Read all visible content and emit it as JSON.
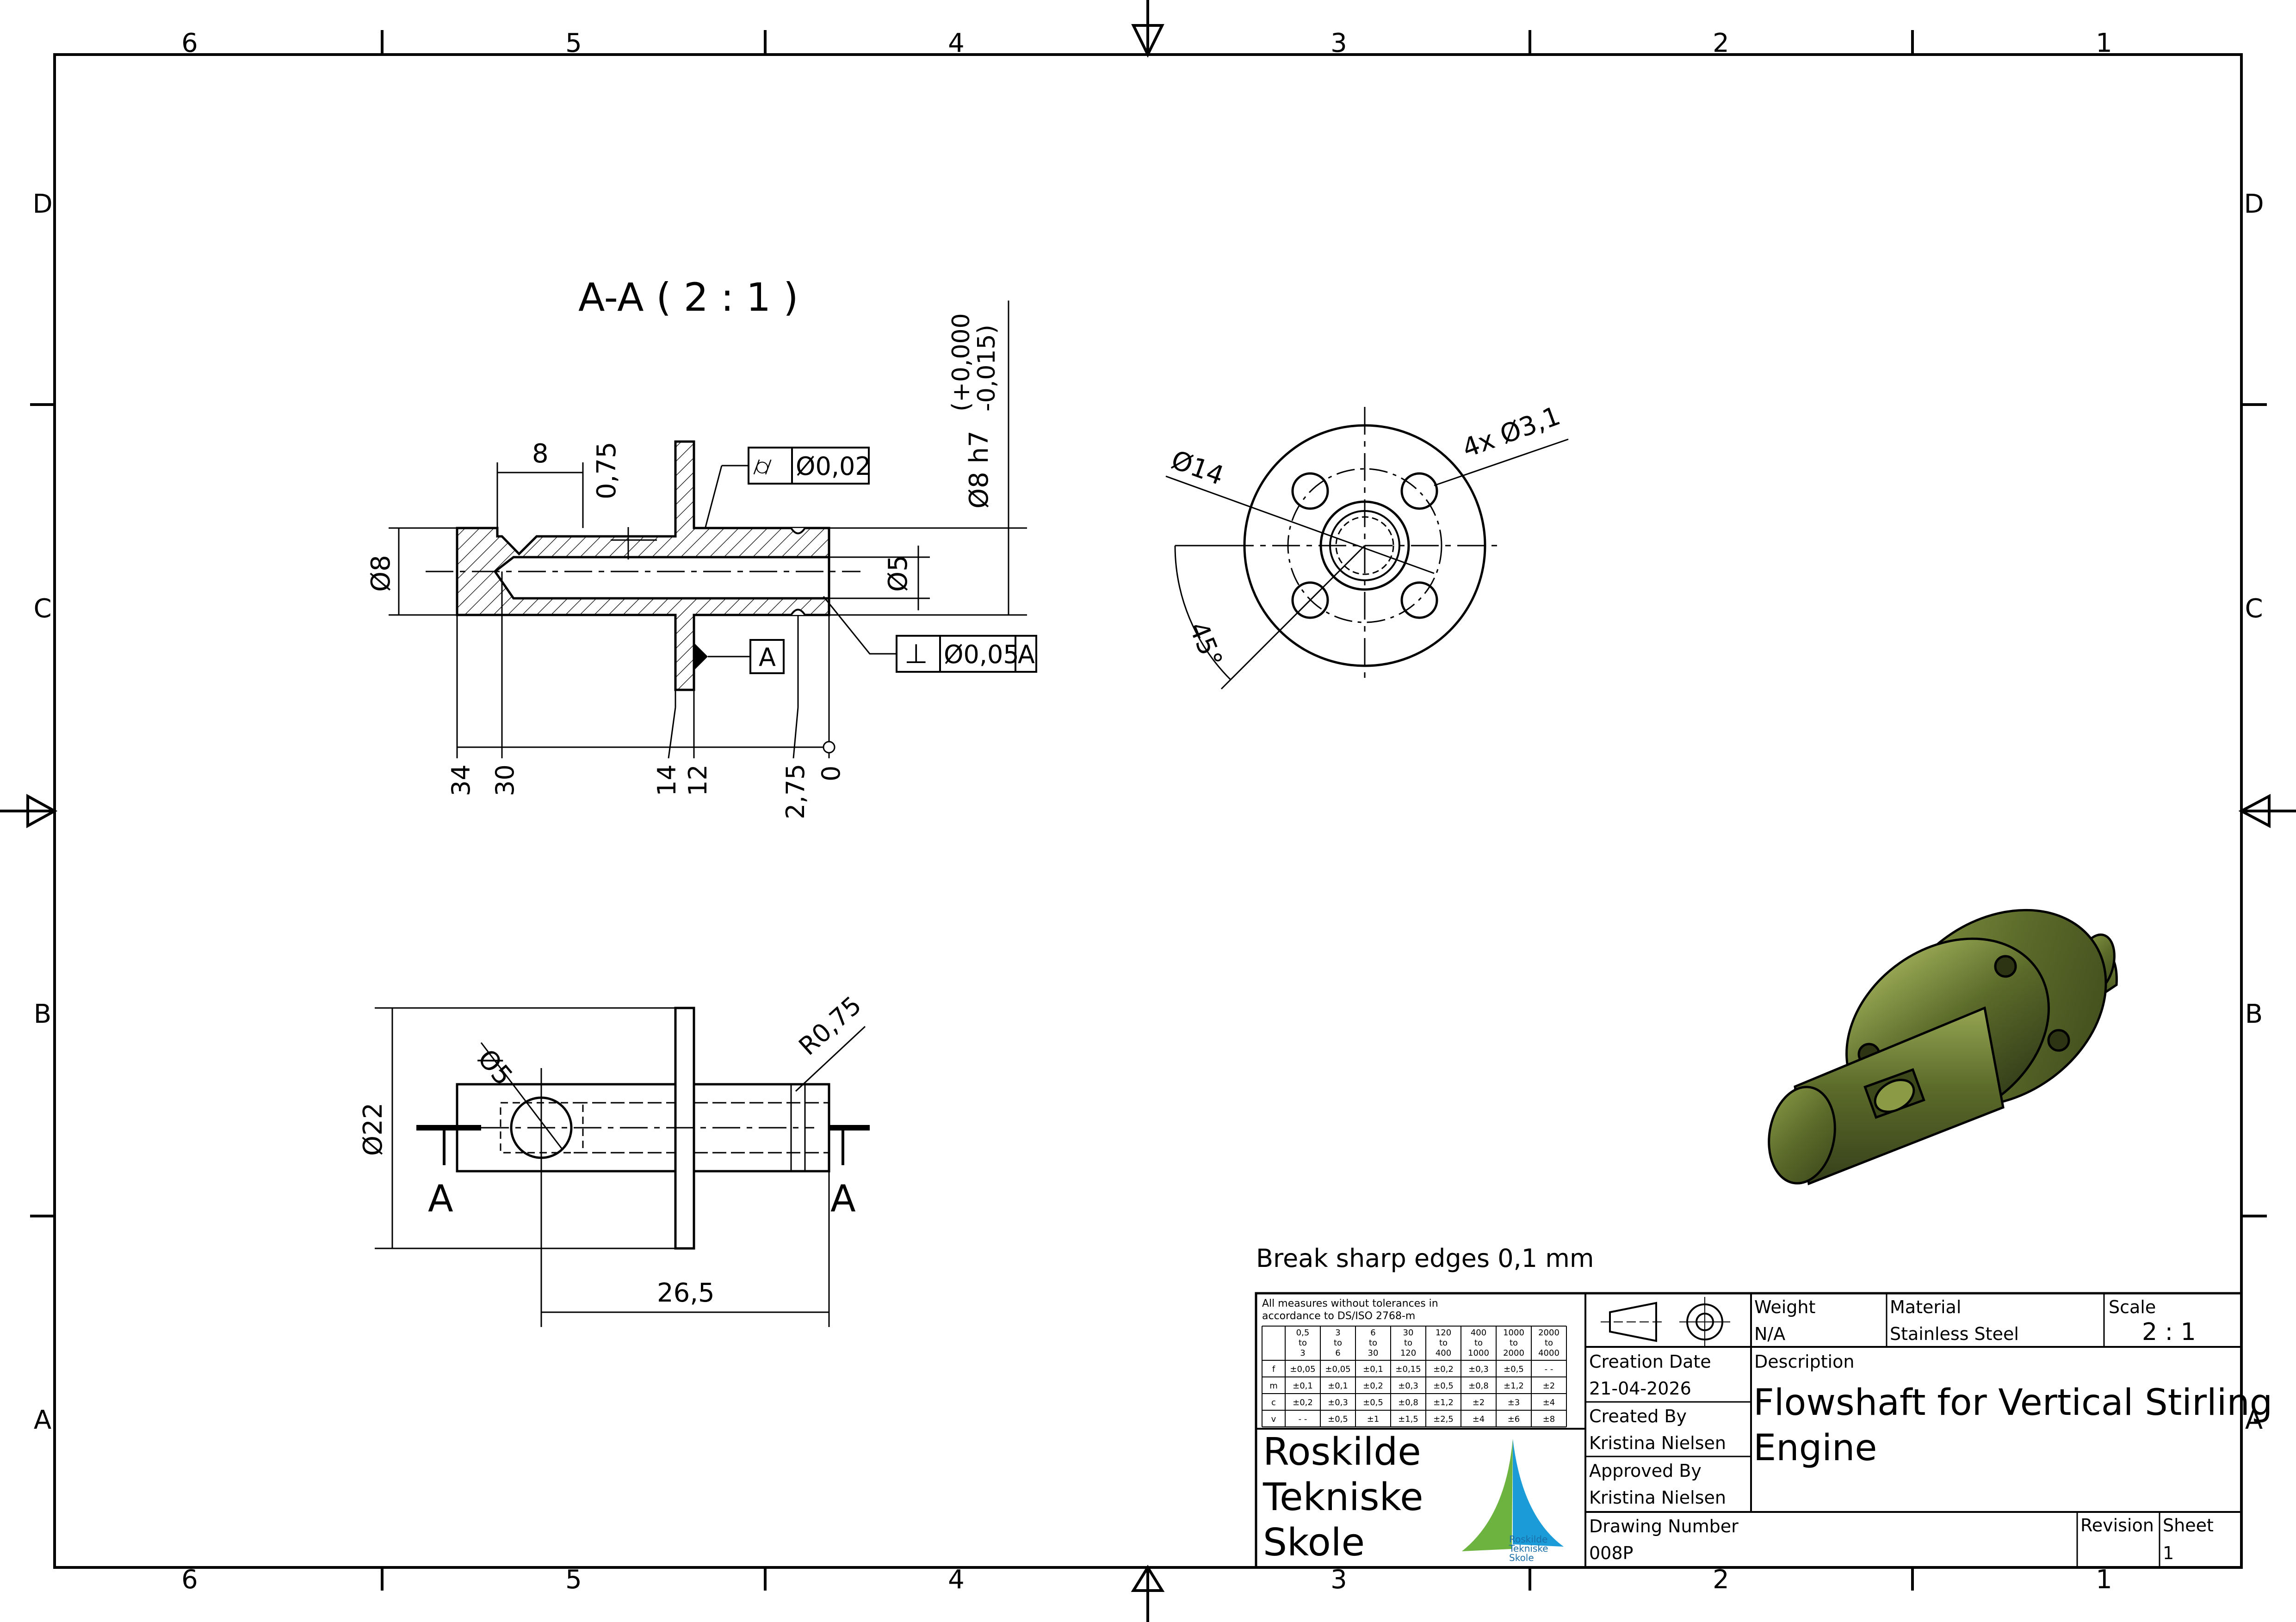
{
  "frame": {
    "column_labels": [
      "6",
      "5",
      "4",
      "3",
      "2",
      "1"
    ],
    "row_labels": [
      "D",
      "C",
      "B",
      "A"
    ]
  },
  "section_view": {
    "title": "A-A ( 2 : 1 )",
    "dim_top_8": "8",
    "dim_groove_depth": "0,75",
    "dim_dia_8": "Ø8",
    "dim_dia_5": "Ø5",
    "dim_fit": "Ø8 h7",
    "tol_upper": "(+0,000",
    "tol_lower": "-0,015)",
    "gdt_circularity_value": "Ø0,02",
    "gdt_perp_value": "Ø0,05",
    "gdt_perp_datum": "A",
    "datum_label": "A",
    "ordinates": [
      "34",
      "30",
      "14",
      "12",
      "2,75",
      "0"
    ]
  },
  "end_view": {
    "dim_bolt_circle": "Ø14",
    "dim_holes": "4x Ø3,1",
    "dim_angle": "45°"
  },
  "side_view": {
    "dim_flange": "Ø22",
    "dim_cross_hole": "Ø5",
    "dim_groove_radius": "R0,75",
    "dim_length": "26,5",
    "section_mark_left": "A",
    "section_mark_right": "A"
  },
  "iso_view": {
    "color": "#5c6b2a"
  },
  "notes": {
    "break_edges": "Break sharp edges 0,1 mm"
  },
  "tolerance_table": {
    "caption_1": "All measures without tolerances in",
    "caption_2": "accordance to DS/ISO 2768-m",
    "headers": [
      [
        "0,5",
        "to",
        "3"
      ],
      [
        "3",
        "to",
        "6"
      ],
      [
        "6",
        "to",
        "30"
      ],
      [
        "30",
        "to",
        "120"
      ],
      [
        "120",
        "to",
        "400"
      ],
      [
        "400",
        "to",
        "1000"
      ],
      [
        "1000",
        "to",
        "2000"
      ],
      [
        "2000",
        "to",
        "4000"
      ]
    ],
    "rows": [
      {
        "cls": "f",
        "values": [
          "±0,05",
          "±0,05",
          "±0,1",
          "±0,15",
          "±0,2",
          "±0,3",
          "±0,5",
          "- -"
        ]
      },
      {
        "cls": "m",
        "values": [
          "±0,1",
          "±0,1",
          "±0,2",
          "±0,3",
          "±0,5",
          "±0,8",
          "±1,2",
          "±2"
        ]
      },
      {
        "cls": "c",
        "values": [
          "±0,2",
          "±0,3",
          "±0,5",
          "±0,8",
          "±1,2",
          "±2",
          "±3",
          "±4"
        ]
      },
      {
        "cls": "v",
        "values": [
          "- -",
          "±0,5",
          "±1",
          "±1,5",
          "±2,5",
          "±4",
          "±6",
          "±8"
        ]
      }
    ]
  },
  "title_block": {
    "weight_label": "Weight",
    "weight_value": "N/A",
    "material_label": "Material",
    "material_value": "Stainless Steel",
    "scale_label": "Scale",
    "scale_value": "2 : 1",
    "creation_date_label": "Creation Date",
    "creation_date_value": "21-04-2026",
    "created_by_label": "Created By",
    "created_by_value": "Kristina Nielsen",
    "approved_by_label": "Approved By",
    "approved_by_value": "Kristina Nielsen",
    "description_label": "Description",
    "description_line1": "Flowshaft for Vertical Stirling",
    "description_line2": "Engine",
    "drawing_number_label": "Drawing Number",
    "drawing_number_value": "008P",
    "revision_label": "Revision",
    "sheet_label": "Sheet",
    "sheet_value": "1",
    "school_line1": "Roskilde",
    "school_line2": "Tekniske",
    "school_line3": "Skole",
    "logo_text1": "Roskilde",
    "logo_text2": "Tekniske",
    "logo_text3": "Skole",
    "logo_green": "#6cb33f",
    "logo_blue": "#1b9bd7"
  }
}
